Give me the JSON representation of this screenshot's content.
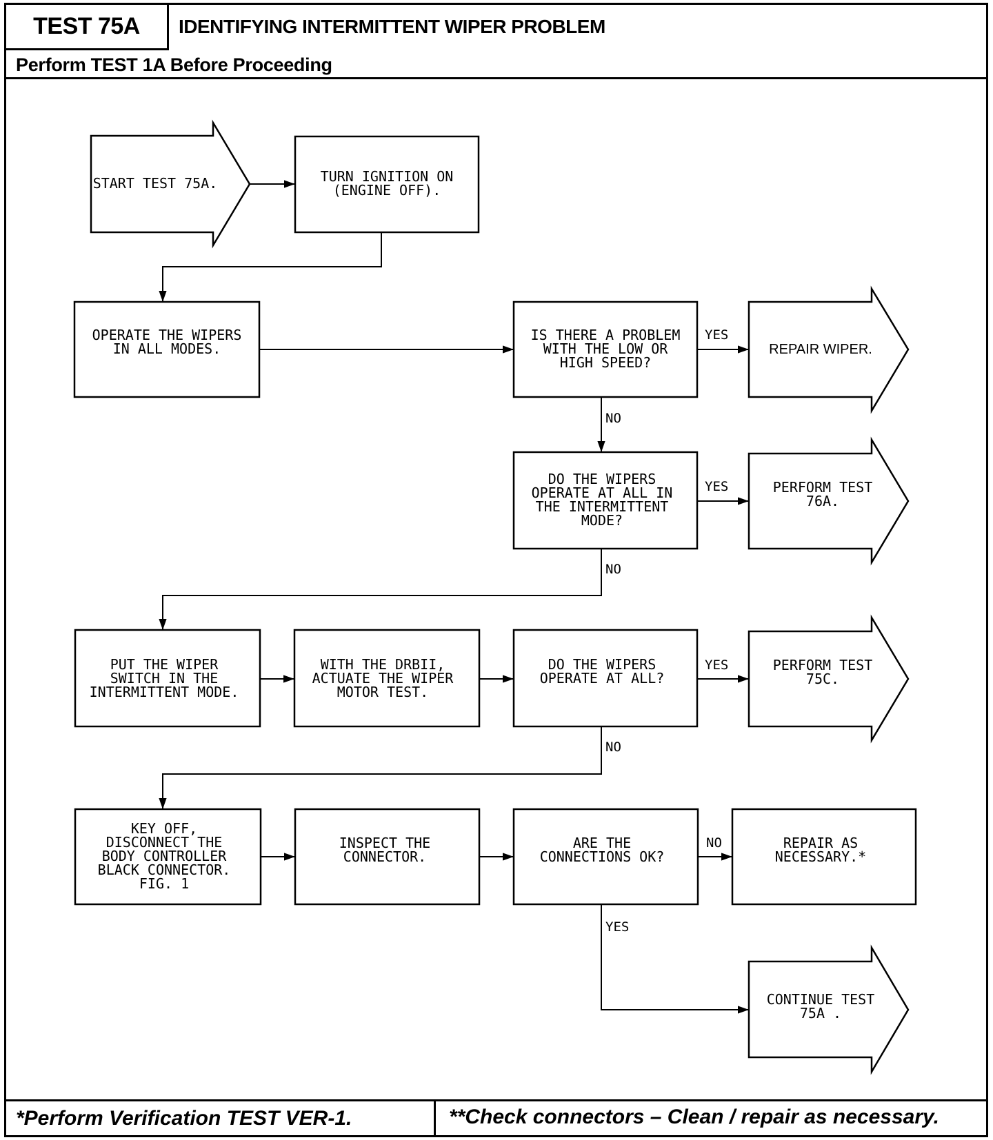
{
  "header": {
    "test_id": "TEST 75A",
    "title": "IDENTIFYING INTERMITTENT WIPER PROBLEM",
    "prerequisite": "Perform TEST 1A Before Proceeding"
  },
  "footer": {
    "note_1": "*Perform Verification TEST VER-1.",
    "note_2": "**Check connectors – Clean / repair as necessary."
  },
  "nodes": {
    "start": [
      "START TEST 75A."
    ],
    "ignition": [
      "TURN IGNITION ON",
      "(ENGINE OFF)."
    ],
    "operate": [
      "OPERATE THE WIPERS",
      "IN ALL MODES."
    ],
    "q_speed": [
      "IS THERE A PROBLEM",
      "WITH THE LOW OR",
      "HIGH SPEED?"
    ],
    "repair_wiper": [
      "REPAIR WIPER."
    ],
    "q_intermittent": [
      "DO THE WIPERS",
      "OPERATE AT ALL IN",
      "THE INTERMITTENT",
      "MODE?"
    ],
    "test_76a": [
      "PERFORM TEST",
      "76A."
    ],
    "put_switch": [
      "PUT THE WIPER",
      "SWITCH IN THE",
      "INTERMITTENT MODE."
    ],
    "drbii": [
      "WITH THE DRBII,",
      "ACTUATE THE WIPER",
      "MOTOR TEST."
    ],
    "q_any": [
      "DO THE WIPERS",
      "OPERATE AT ALL?"
    ],
    "test_75c": [
      "PERFORM TEST",
      "75C."
    ],
    "key_off": [
      "KEY OFF,",
      "DISCONNECT THE",
      "BODY CONTROLLER",
      "BLACK CONNECTOR.",
      "FIG. 1"
    ],
    "inspect": [
      "INSPECT THE",
      "CONNECTOR."
    ],
    "q_conn": [
      "ARE THE",
      "CONNECTIONS OK?"
    ],
    "repair_nec": [
      "REPAIR AS",
      "NECESSARY.*"
    ],
    "continue": [
      "CONTINUE TEST",
      "75A ."
    ]
  },
  "labels": {
    "yes": "YES",
    "no": "NO"
  }
}
